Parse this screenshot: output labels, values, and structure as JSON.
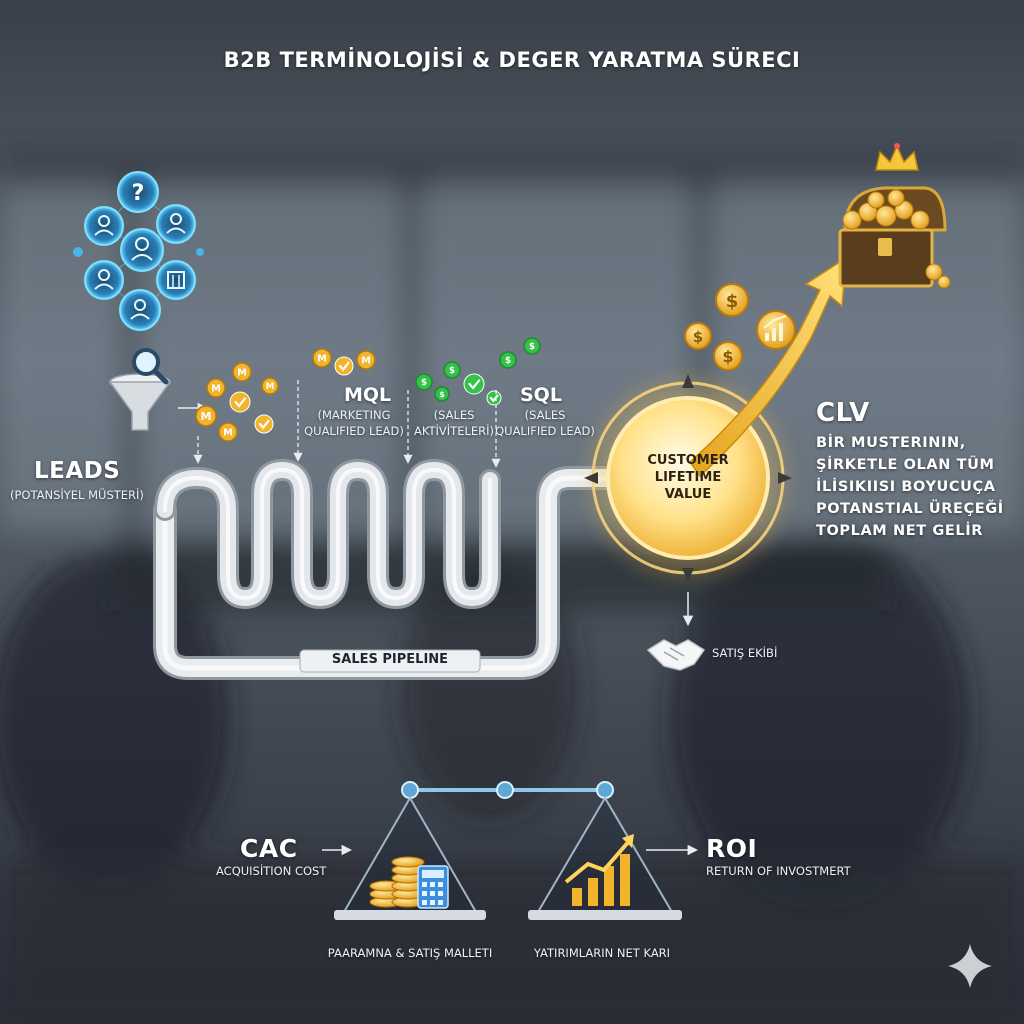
{
  "title": "B2B TERMİNOLOJİSİ & DEGER YARATMA SÜRECI",
  "leads": {
    "label": "LEADS",
    "sub": "(POTANSİYEL MÜSTERİ)"
  },
  "mql": {
    "label": "MQL",
    "sub_line1": "(MARKETING",
    "sub_line2": "QUALIFIED LEAD)"
  },
  "sales_activities": {
    "line1": "(SALES",
    "line2": "AKTİVİTELERİ)"
  },
  "sql": {
    "label": "SQL",
    "sub_line1": "(SALES",
    "sub_line2": "QUALIFIED LEAD)"
  },
  "pipeline": {
    "label": "SALES PIPELINE"
  },
  "customer_lifetime_value": {
    "line1": "CUSTOMER",
    "line2": "LIFETIME",
    "line3": "VALUE"
  },
  "clv": {
    "label": "CLV",
    "desc_lines": [
      "BİR MUSTERININ,",
      "ŞİRKETLE OLAN TÜM",
      "İLİSIKIISI BOYUCUÇA",
      "POTANSTIAL ÜREÇEĞİ",
      "TOPLAM NET GELİR"
    ]
  },
  "sales_team": {
    "label": "SATIŞ EKİBİ"
  },
  "cac": {
    "label": "CAC",
    "sub": "ACQUISİTION COST",
    "bottom": "PAARAMNA & SATIŞ MALLETI"
  },
  "roi": {
    "label": "ROI",
    "sub": "RETURN OF INVOSTMERT",
    "bottom": "YATIRIMLARIN NET KARI"
  },
  "coin_marks": {
    "mql": "M",
    "sql": "$"
  },
  "icons": [
    "question-icon",
    "user-icon",
    "building-icon",
    "funnel-icon",
    "magnifier-icon",
    "coin-m-icon",
    "check-icon",
    "dollar-coin-icon",
    "treasure-chest-icon",
    "crown-icon",
    "growth-chart-icon",
    "handshake-icon",
    "coin-stack-icon",
    "calculator-icon",
    "bar-chart-icon",
    "sparkle-icon"
  ],
  "colors": {
    "gold": "#f2b42c",
    "gold_light": "#ffe08a",
    "cyan": "#3fc6ff",
    "green": "#35c24a",
    "pipe": "#d9dde3",
    "background": "#3c434d"
  }
}
